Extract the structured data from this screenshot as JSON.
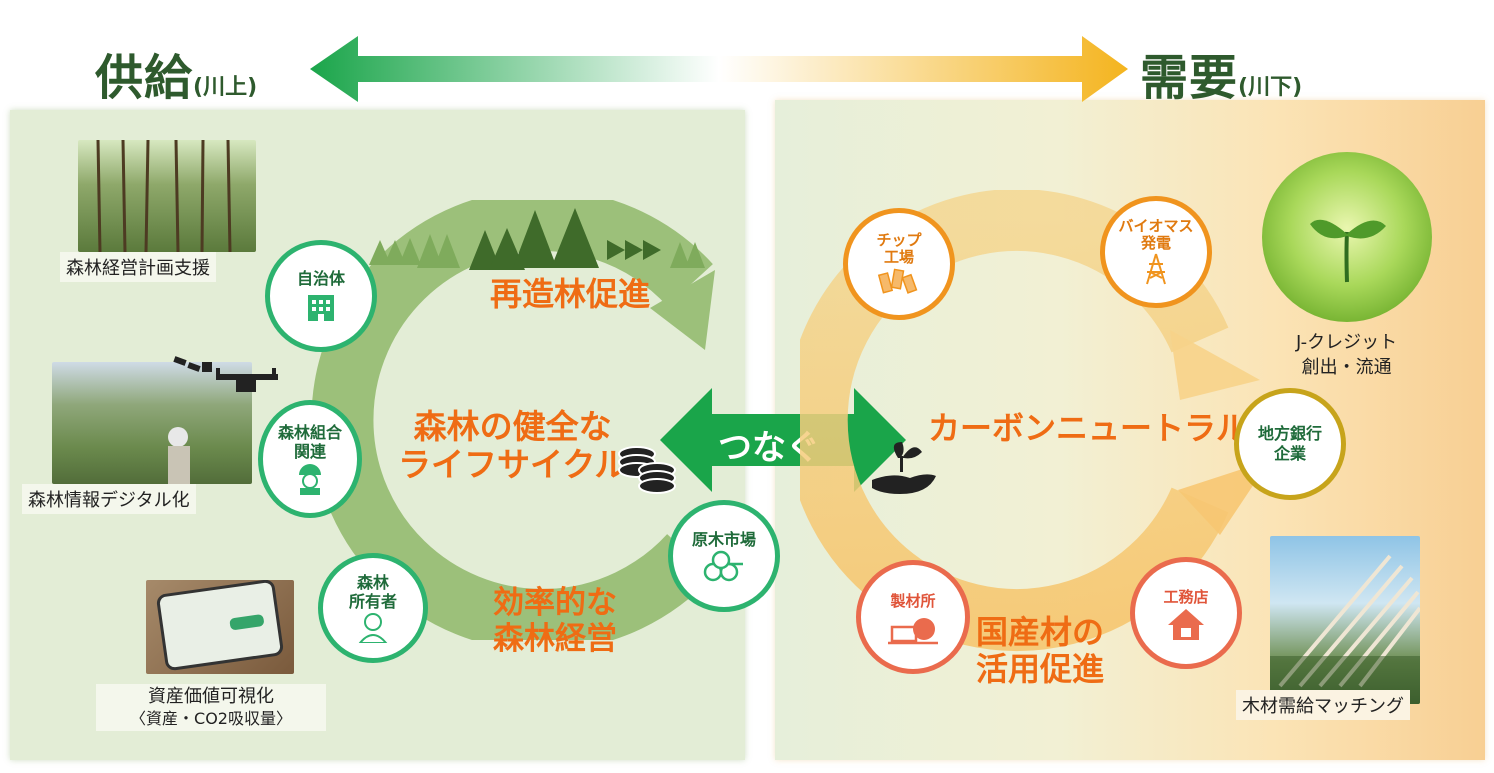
{
  "header": {
    "supply_main": "供給",
    "supply_sub": "(川上)",
    "demand_main": "需要",
    "demand_sub": "(川下)"
  },
  "left": {
    "captions": {
      "plan": "森林経営計画支援",
      "digital": "森林情報デジタル化",
      "asset_line1": "資産価値可視化",
      "asset_line2": "〈資産・CO2吸収量〉"
    },
    "nodes": {
      "municipality": "自治体",
      "association_l1": "森林組合",
      "association_l2": "関連",
      "owner_l1": "森林",
      "owner_l2": "所有者",
      "market": "原木市場"
    },
    "labels": {
      "reforestation": "再造林促進",
      "lifecycle_l1": "森林の健全な",
      "lifecycle_l2": "ライフサイクル",
      "efficient_l1": "効率的な",
      "efficient_l2": "森林経営"
    }
  },
  "center": {
    "connect": "つなぐ"
  },
  "right": {
    "nodes": {
      "chip_l1": "チップ",
      "chip_l2": "工場",
      "biomass_l1": "バイオマス",
      "biomass_l2": "発電",
      "bank_l1": "地方銀行",
      "bank_l2": "企業",
      "sawmill": "製材所",
      "builder": "工務店"
    },
    "labels": {
      "carbon": "カーボンニュートラル",
      "domestic_l1": "国産材の",
      "domestic_l2": "活用促進"
    },
    "captions": {
      "jcredit_l1": "J-クレジット",
      "jcredit_l2": "創出・流通",
      "matching": "木材需給マッチング"
    }
  },
  "colors": {
    "green_dark": "#2e5a2d",
    "green_accent": "#2db36f",
    "orange_text": "#ef6c14",
    "yellow_arrow": "#f3c02c"
  }
}
